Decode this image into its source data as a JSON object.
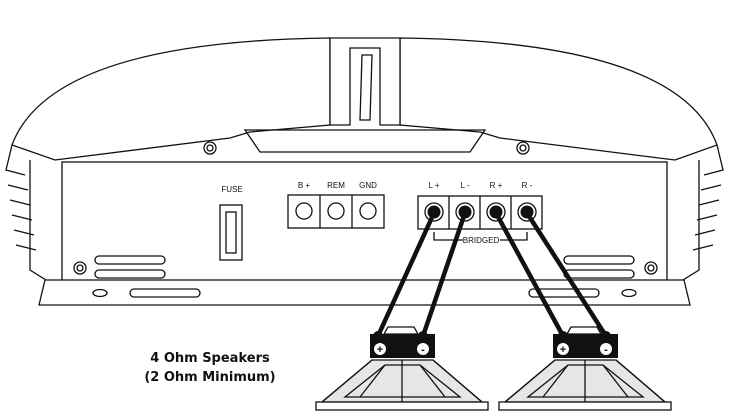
{
  "amplifier": {
    "fuse_label": "FUSE",
    "power_terminals": [
      "B +",
      "REM",
      "GND"
    ],
    "speaker_terminals": [
      "L +",
      "L -",
      "R +",
      "R -"
    ],
    "bridged_label": "BRIDGED"
  },
  "speakers": {
    "note_line1": "4 Ohm Speakers",
    "note_line2": "(2 Ohm Minimum)",
    "plus_symbol": "+",
    "minus_symbol": "-"
  }
}
